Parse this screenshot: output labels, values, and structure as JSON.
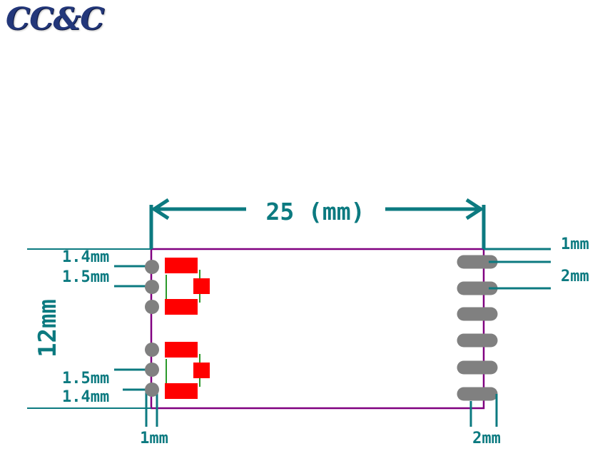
{
  "logo": {
    "text": "CC&C",
    "color": "#23377a"
  },
  "colors": {
    "dimension": "#0c7a80",
    "board_outline": "#800080",
    "pad": "#808080",
    "smd_pad": "#ff0000",
    "silkscreen": "#2a9a2a"
  },
  "dimensions": {
    "width": "25 (mm)",
    "height": "12mm",
    "left_top_edge": "1.4mm",
    "left_top_pitch": "1.5mm",
    "left_bottom_pitch": "1.5mm",
    "left_bottom_edge": "1.4mm",
    "left_pad_offset": "1mm",
    "right_top_offset": "1mm",
    "right_pitch": "2mm",
    "right_bottom_pitch": "2mm"
  }
}
